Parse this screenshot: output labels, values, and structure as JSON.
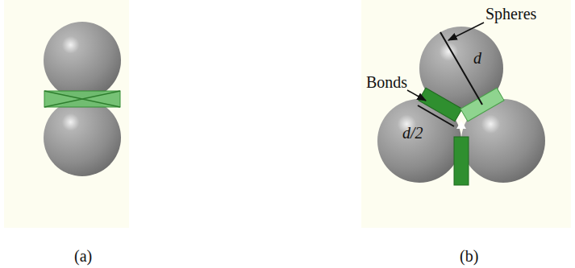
{
  "diagram": {
    "labels": [
      "Spheres",
      "Bonds",
      "d",
      "d/2",
      "(a)",
      "(b)"
    ]
  }
}
